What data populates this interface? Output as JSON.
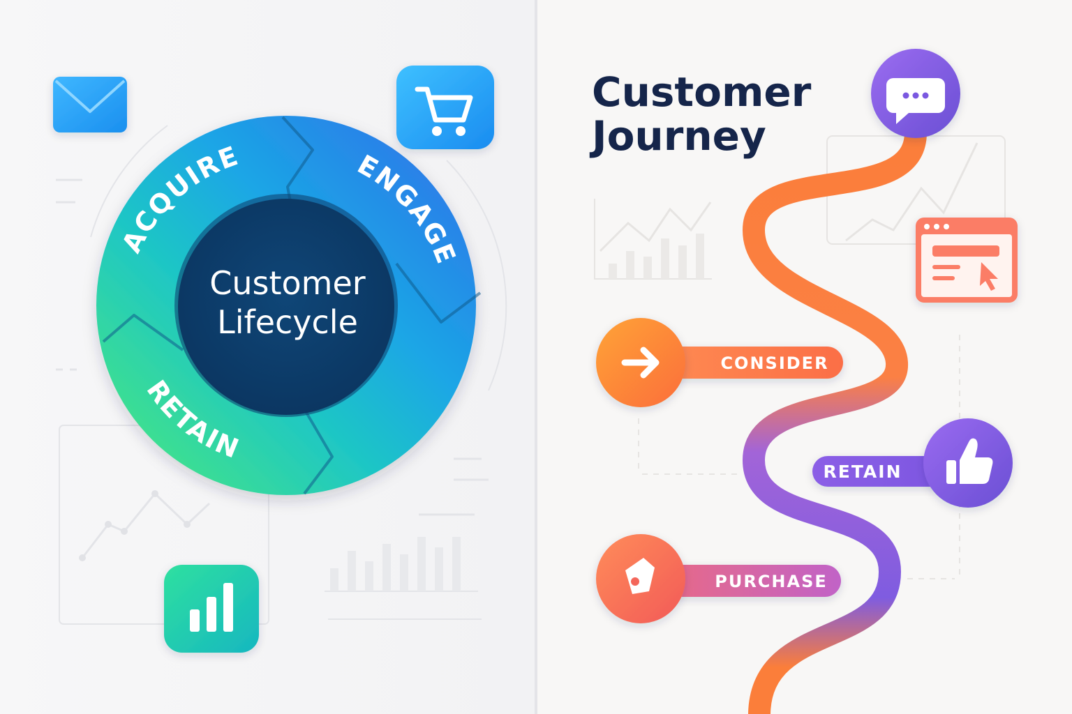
{
  "left_panel": {
    "center_title_line1": "Customer",
    "center_title_line2": "Lifecycle",
    "segments": [
      {
        "label": "ACQUIRE"
      },
      {
        "label": "ENGAGE"
      },
      {
        "label": "RETAIN"
      }
    ],
    "icons": {
      "mail": "envelope-icon",
      "cart": "shopping-cart-icon",
      "bars": "bar-chart-icon"
    }
  },
  "right_panel": {
    "title_line1": "Customer",
    "title_line2": "Journey",
    "steps": [
      {
        "label": "CONSIDER",
        "icon": "arrow-right-icon"
      },
      {
        "label": "RETAIN",
        "icon": "thumbs-up-icon"
      },
      {
        "label": "PURCHASE",
        "icon": "tag-icon"
      }
    ],
    "icons": {
      "chat": "chat-bubble-icon",
      "browser": "browser-window-click-icon"
    }
  },
  "colors": {
    "teal": "#1fd0b0",
    "blue": "#1e8fe8",
    "navy": "#0d3b66",
    "orange": "#fb7b3c",
    "purple": "#7c5ce0",
    "title": "#15254a"
  }
}
